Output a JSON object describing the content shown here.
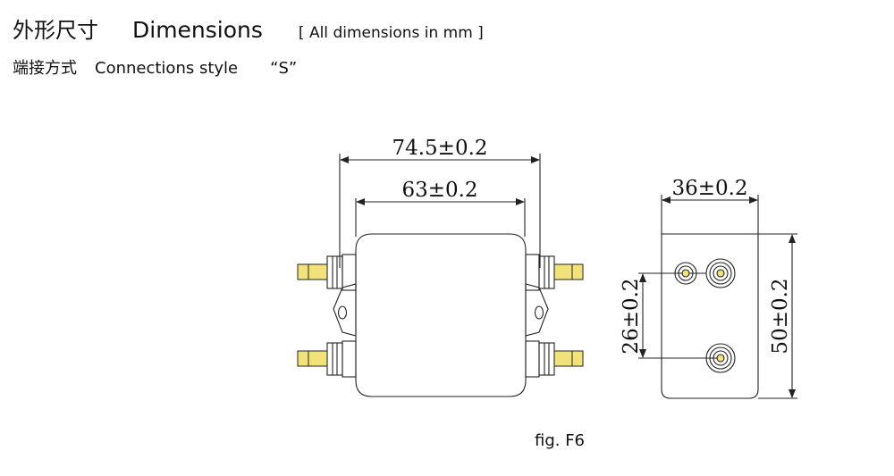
{
  "header": {
    "title_cn": "外形尺寸",
    "title_en": "Dimensions",
    "note": "[ All dimensions in mm ]"
  },
  "subheader": {
    "label_cn": "端接方式",
    "label_en": "Connections style",
    "style_code": "“S”"
  },
  "dimensions": {
    "overall_length": "74.5±0.2",
    "body_length": "63±0.2",
    "width": "36±0.2",
    "terminal_spacing": "26±0.2",
    "height": "50±0.2"
  },
  "colors": {
    "line": "#222222",
    "terminal_yellow": "#f2e27a"
  },
  "caption": "fig. F6"
}
